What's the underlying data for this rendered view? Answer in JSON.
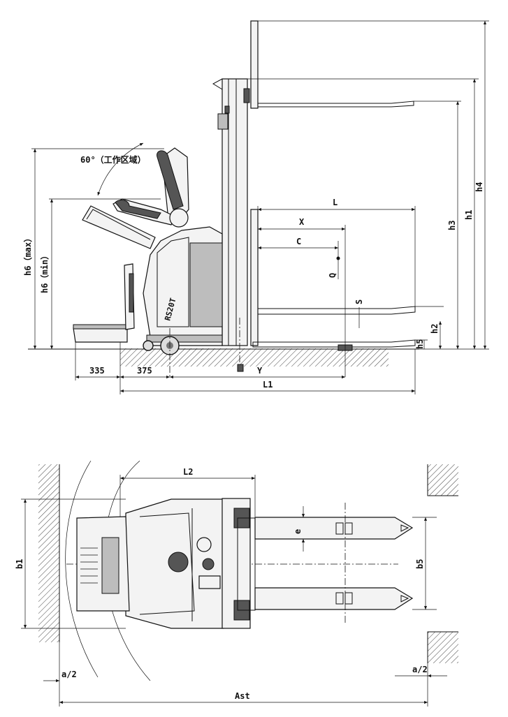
{
  "side_view": {
    "labels": {
      "angle": "60°（工作区域）",
      "h6_max": "h6（max）",
      "h6_min": "h6（min）",
      "h1": "h1",
      "h3": "h3",
      "h4": "h4",
      "h2": "h2",
      "h5": "h5",
      "L": "L",
      "X": "X",
      "C": "C",
      "Q": "Q",
      "S": "S",
      "Y": "Y",
      "L1": "L1",
      "d335": "335",
      "d375": "375"
    },
    "brand_text": "RS20T"
  },
  "top_view": {
    "labels": {
      "L2": "L2",
      "b1": "b1",
      "b5": "b5",
      "e": "e",
      "a2_left": "a/2",
      "a2_right": "a/2",
      "Ast": "Ast"
    }
  }
}
